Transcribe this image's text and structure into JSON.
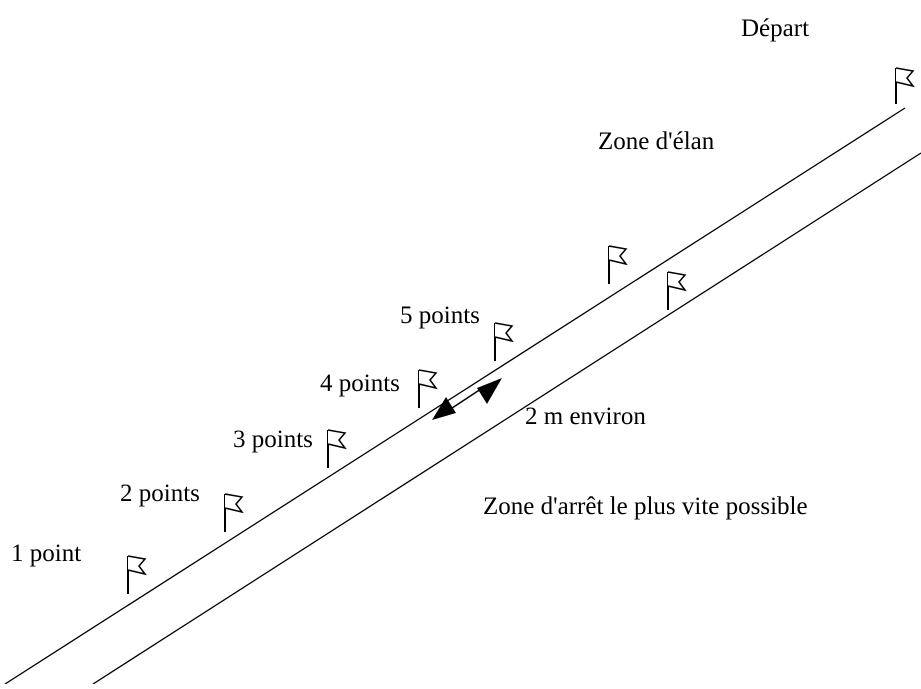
{
  "labels": {
    "start": "Départ",
    "run_up_zone": "Zone d'élan",
    "gap_width": "2 m environ",
    "stop_zone": "Zone d'arrêt le plus vite possible",
    "points": [
      "1 point",
      "2 points",
      "3 points",
      "4 points",
      "5 points"
    ]
  },
  "icons": [
    "flag-icon",
    "double-arrow-icon"
  ],
  "colors": {
    "ink": "#000000",
    "background": "#ffffff"
  }
}
